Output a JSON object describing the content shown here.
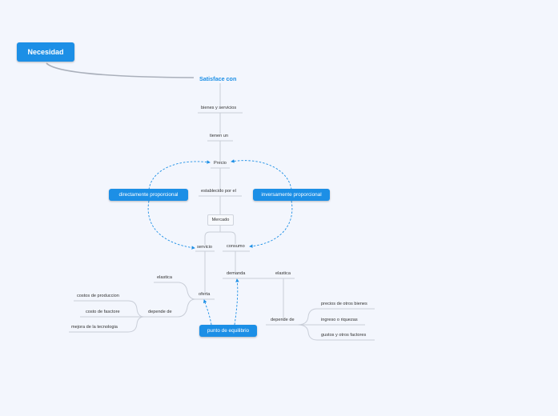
{
  "nodes": {
    "necesidad": "Necesidad",
    "satisface_con": "Satisface con",
    "bienes_y_servicios": "bienes y servicios",
    "tienen_un": "tienen un",
    "precio": "Precio",
    "establecido_por_el": "establecido por el",
    "mercado": "Mercado",
    "servicio": "servicio",
    "consumo": "consumo",
    "demanda": "demanda",
    "elastica_demanda": "elastica",
    "oferta": "oferta",
    "elastica_oferta": "elastica",
    "depende_de_oferta": "depende de",
    "costos_de_produccion": "costos de produccion",
    "costo_de_fasctore": "costo de fasctore",
    "mejora_de_la_tecnologia": "mejora de la tecnologia",
    "depende_de_demanda": "depende de",
    "precios_de_otros_bienes": "precios de otros bienes",
    "ingreso_o_riquezas": "ingreso o riquezas",
    "gustos_y_otros_factores": "gustos y otros factores",
    "directamente_proporcional": "directamente proporcional",
    "inversamente_proporcional": "inversamente proporcional",
    "punto_de_equilibrio": "punto de equilibrio"
  },
  "colors": {
    "background": "#f3f6fd",
    "accent": "#1c8fe6",
    "connector": "#c9ced8",
    "dashed_link": "#1c8fe6"
  }
}
